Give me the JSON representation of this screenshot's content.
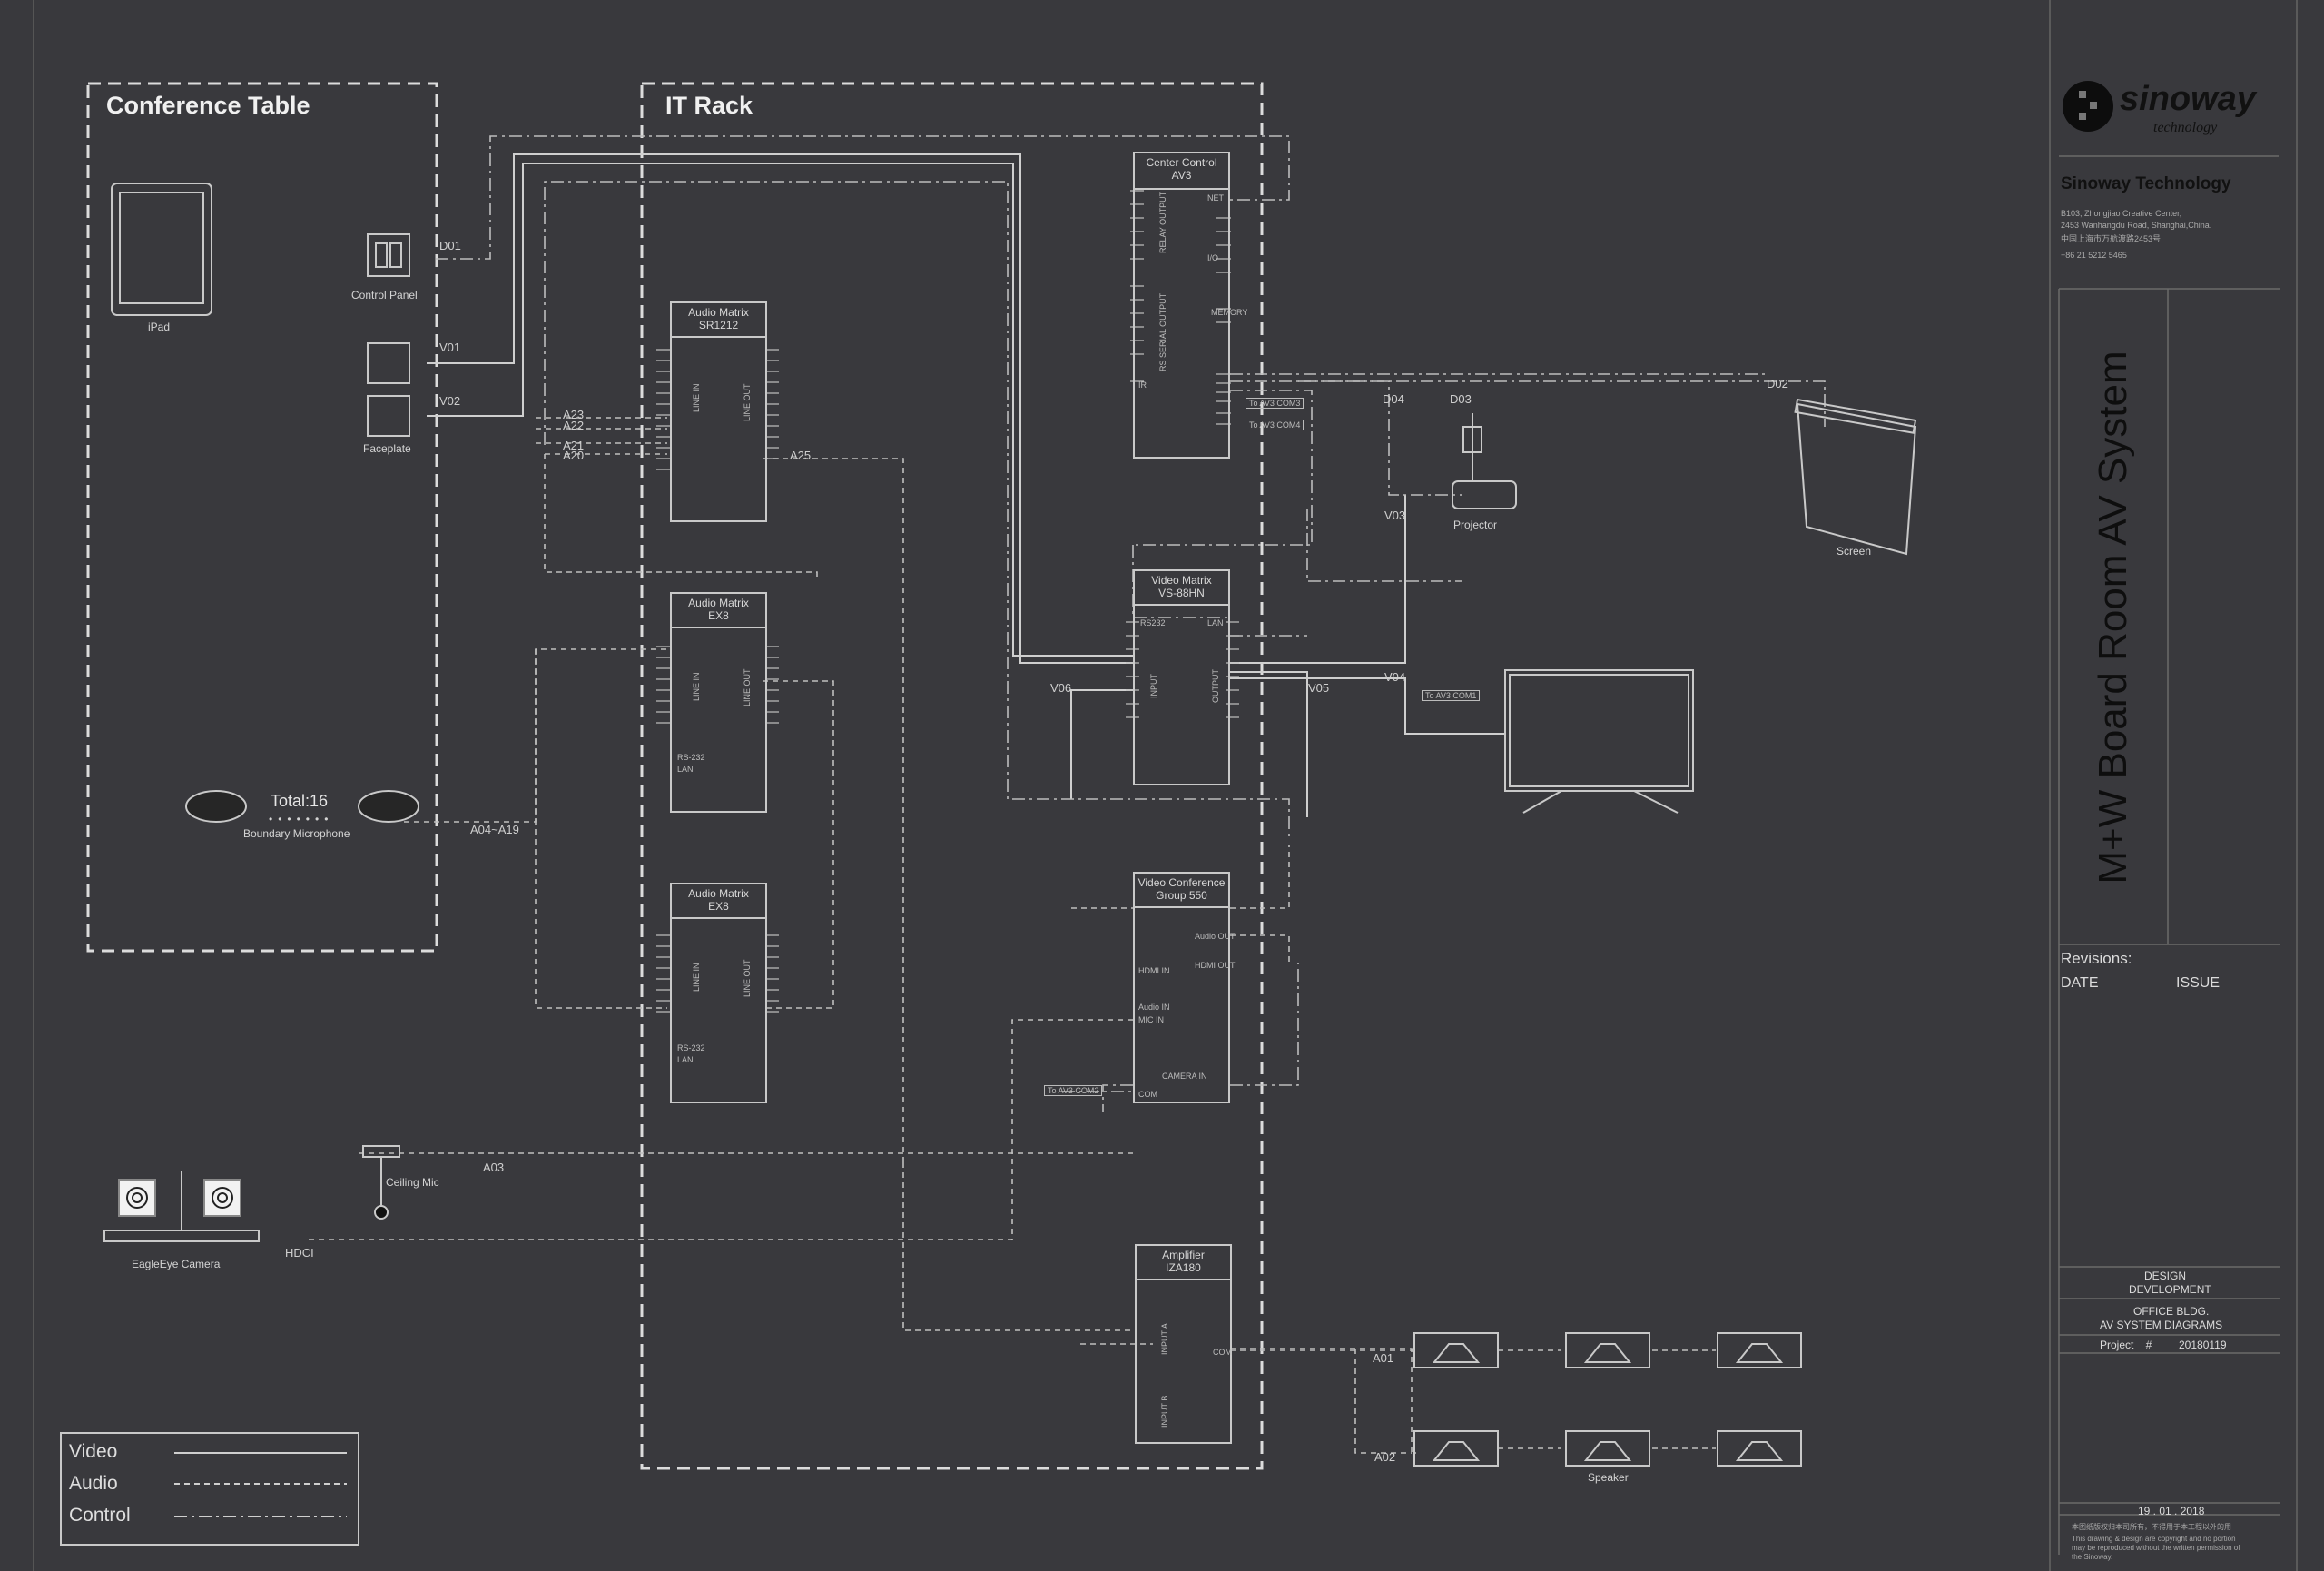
{
  "zones": {
    "conference_table": "Conference Table",
    "it_rack": "IT Rack"
  },
  "devices": {
    "ipad": "iPad",
    "control_panel": "Control Panel",
    "faceplate": "Faceplate",
    "boundary_mic_total": "Total:16",
    "boundary_mic": "Boundary Microphone",
    "ceiling_mic": "Ceiling Mic",
    "camera": "EagleEye Camera",
    "projector": "Projector",
    "screen": "Screen",
    "speaker": "Speaker",
    "center_control": [
      "Center Control",
      "AV3"
    ],
    "audio_matrix_main": [
      "Audio Matrix",
      "SR1212"
    ],
    "audio_matrix_ex1": [
      "Audio Matrix",
      "EX8"
    ],
    "audio_matrix_ex2": [
      "Audio Matrix",
      "EX8"
    ],
    "video_matrix": [
      "Video Matrix",
      "VS-88HN"
    ],
    "video_conference": [
      "Video Conference",
      "Group 550"
    ],
    "amplifier": [
      "Amplifier",
      "IZA180"
    ]
  },
  "ports": {
    "sr1212_in": "LINE IN",
    "sr1212_out": "LINE OUT",
    "ex8_in": "LINE IN",
    "ex8_out": "LINE OUT",
    "ex8_rs232": "RS-232",
    "ex8_lan": "LAN",
    "vs_rs232": "RS232",
    "vs_lan": "LAN",
    "vs_input": "INPUT",
    "vs_output": "OUTPUT",
    "vc_camera": "CAMERA IN",
    "vc_com": "COM",
    "vc_audio_out": "Audio OUT",
    "vc_hdmi_out": "HDMI OUT",
    "vc_hdmi_in": "HDMI IN",
    "vc_audio_in": "Audio IN",
    "vc_mic_in": "MIC IN",
    "amp_input_a": "INPUT A",
    "amp_input_b": "INPUT B",
    "amp_com": "COM",
    "cc_relay": "RELAY OUTPUT",
    "cc_serial": "RS SERIAL OUTPUT",
    "cc_io": "I/O",
    "cc_ir": "IR",
    "cc_memory": "MEMORY",
    "cc_net": "NET",
    "tag_com_a": "To AV3 COM3",
    "tag_com_b": "To AV3 COM4",
    "tag_com_c": "To AV3 COM1",
    "tag_com_d": "To AV3 COM2"
  },
  "cables": {
    "d01": "D01",
    "d02": "D02",
    "d03": "D03",
    "d04": "D04",
    "v01": "V01",
    "v02": "V02",
    "v03": "V03",
    "v04": "V04",
    "v05": "V05",
    "v06": "V06",
    "a01": "A01",
    "a02": "A02",
    "a03": "A03",
    "a04_a19": "A04~A19",
    "a20": "A20",
    "a21": "A21",
    "a22": "A22",
    "a23": "A23",
    "a25": "A25",
    "hdci": "HDCI"
  },
  "legend": {
    "video": "Video",
    "audio": "Audio",
    "control": "Control"
  },
  "title_block": {
    "brand": "sinoway",
    "brand_sub": "technology",
    "company": "Sinoway Technology",
    "address_1": "B103, Zhongjiao Creative Center,",
    "address_2": "2453 Wanhangdu Road, Shanghai,China.",
    "address_3": "中国上海市万航渡路2453号",
    "phone": "+86 21 5212 5465",
    "project_title": "M+W Board Room AV System",
    "revisions": "Revisions:",
    "date_label": "DATE",
    "issue_label": "ISSUE",
    "design_1": "DESIGN",
    "design_2": "DEVELOPMENT",
    "drawing_1": "OFFICE BLDG.",
    "drawing_2": "AV SYSTEM DIAGRAMS",
    "project_label": "Project    #",
    "project_no": "20180119",
    "date": "19 . 01 . 2018",
    "copyright_1": "本图纸版权归本司所有，不得用于本工程以外的用",
    "copyright_2": "This drawing & design are copyright and no portion",
    "copyright_3": "may be reproduced without the written permission of",
    "copyright_4": "the Sinoway."
  },
  "colors": {
    "background": "#39393d",
    "line": "#cfcfcf",
    "text": "#d8d8d8"
  }
}
